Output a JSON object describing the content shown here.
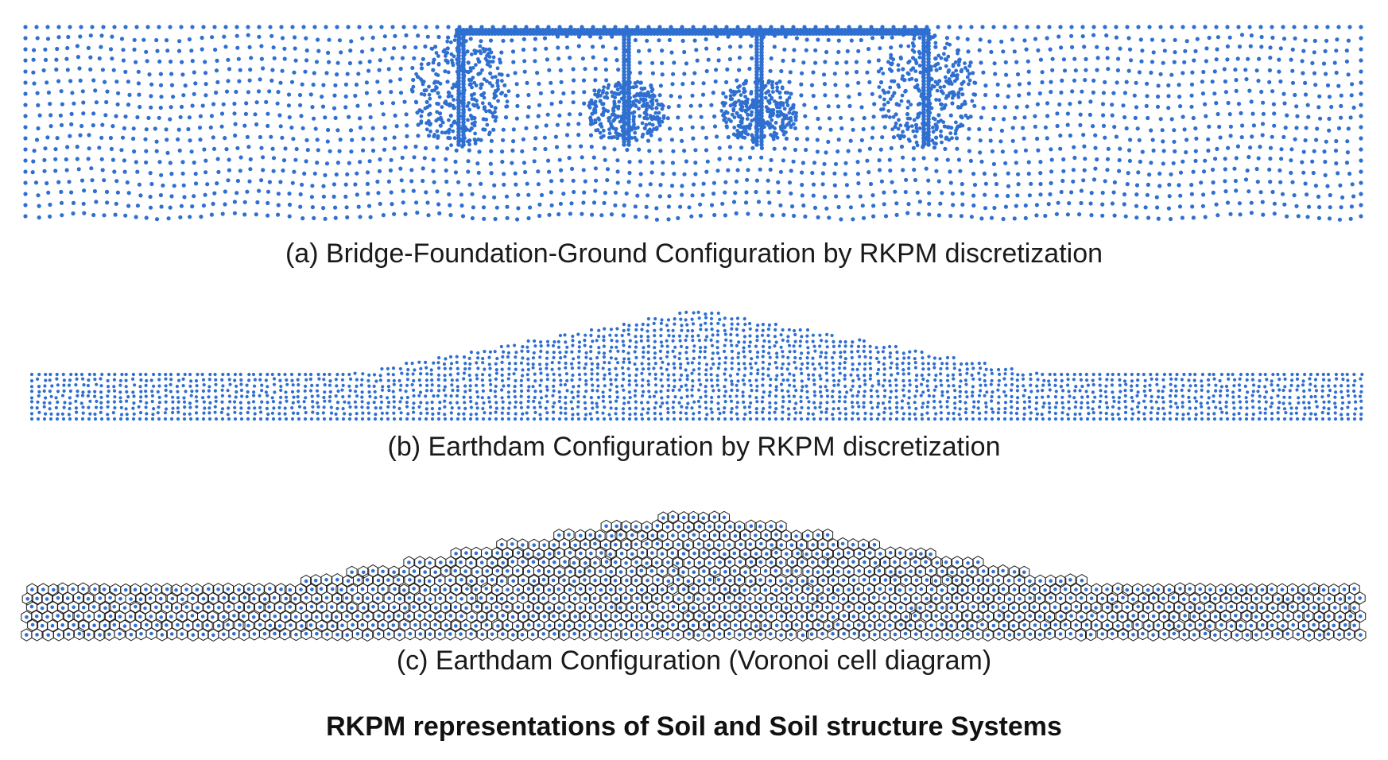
{
  "colors": {
    "node": "#2f6fd0",
    "voronoi_edge": "#1b1b1b",
    "text": "#1a1a1a",
    "background": "#ffffff"
  },
  "panels": {
    "a": {
      "caption": "(a) Bridge-Foundation-Ground Configuration by RKPM discretization"
    },
    "b": {
      "caption": "(b) Earthdam Configuration by RKPM discretization"
    },
    "c": {
      "caption": "(c) Earthdam Configuration (Voronoi cell diagram)"
    }
  },
  "figure_title": "RKPM representations of Soil and Soil structure Systems"
}
